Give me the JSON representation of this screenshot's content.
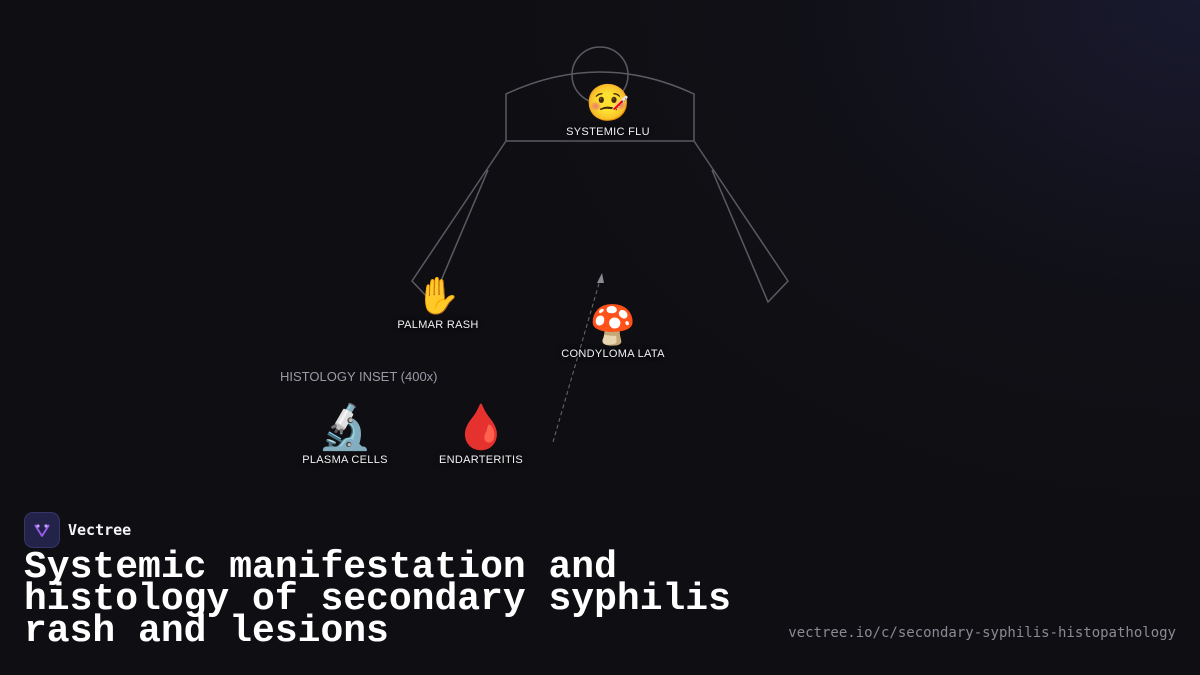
{
  "diagram": {
    "nodes": {
      "systemic_flu": {
        "emoji": "🤒",
        "label": "SYSTEMIC FLU"
      },
      "palmar_rash": {
        "emoji": "✋",
        "label": "PALMAR RASH"
      },
      "condyloma_lata": {
        "emoji": "🍄",
        "label": "CONDYLOMA LATA"
      },
      "plasma_cells": {
        "emoji": "🔬",
        "label": "PLASMA CELLS"
      },
      "endarteritis": {
        "emoji": "🩸",
        "label": "ENDARTERITIS"
      }
    },
    "inset_label": "HISTOLOGY INSET (400x)"
  },
  "brand": {
    "name": "Vectree"
  },
  "title": "Systemic manifestation and histology of secondary syphilis rash and lesions",
  "url": "vectree.io/c/secondary-syphilis-histopathology",
  "colors": {
    "background": "#0f0f13",
    "outline": "#5a5a62",
    "brand_accent": "#9b5cf0"
  }
}
